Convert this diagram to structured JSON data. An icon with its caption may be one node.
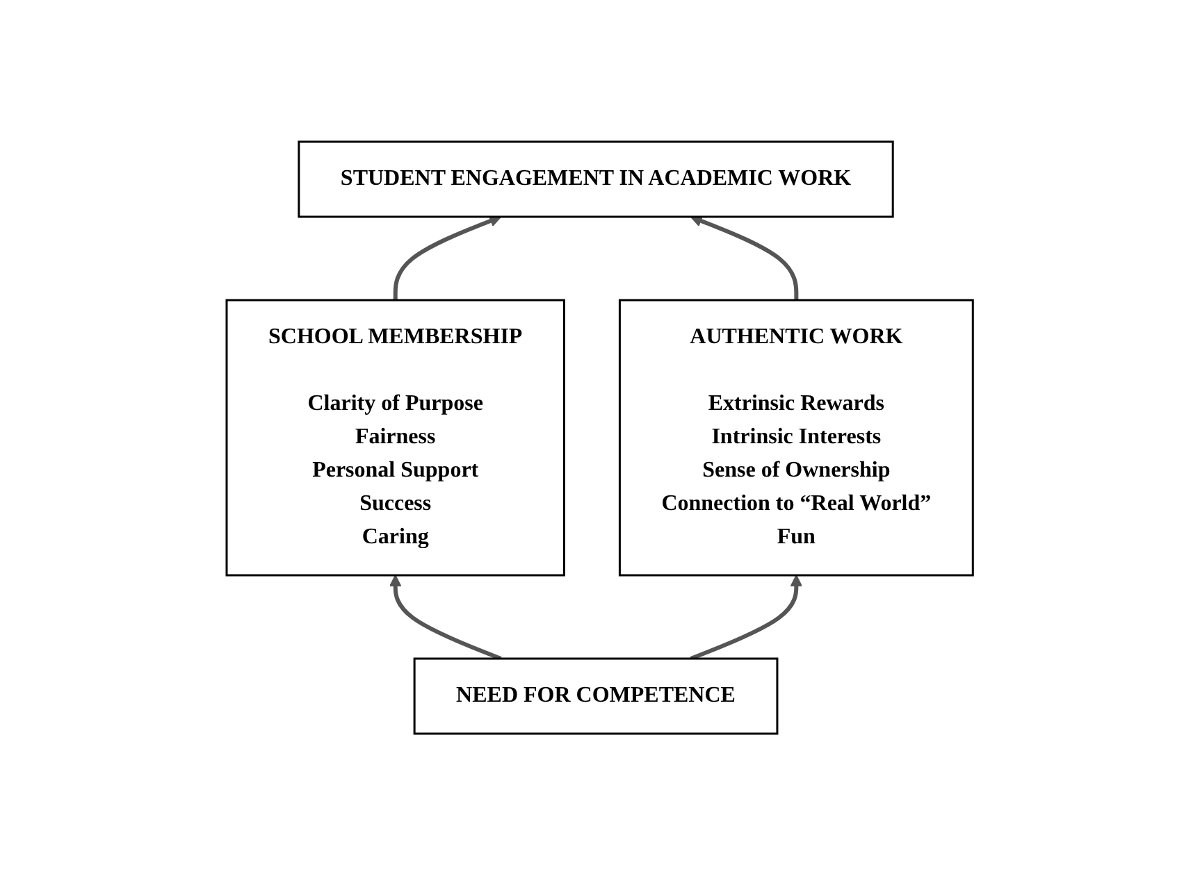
{
  "diagram": {
    "nodes": [
      {
        "text": [
          "STUDENT ENGAGEMENT IN ACADEMIC WORK"
        ]
      },
      {
        "text": [
          "SCHOOL MEMBERSHIP",
          "Clarity of Purpose",
          "Fairness",
          "Personal Support",
          "Success",
          "Caring"
        ]
      },
      {
        "text": [
          "AUTHENTIC WORK",
          "Extrinsic Rewards",
          "Intrinsic Interests",
          "Sense of Ownership",
          "Connection to “Real World”",
          "Fun"
        ]
      },
      {
        "text": [
          "NEED FOR COMPETENCE"
        ]
      }
    ],
    "edges": [
      {
        "from": 1,
        "to": 0,
        "arrow": "to"
      },
      {
        "from": 2,
        "to": 0,
        "arrow": "to"
      },
      {
        "from": 3,
        "to": 1,
        "arrow": "to"
      },
      {
        "from": 3,
        "to": 2,
        "arrow": "to"
      }
    ]
  }
}
